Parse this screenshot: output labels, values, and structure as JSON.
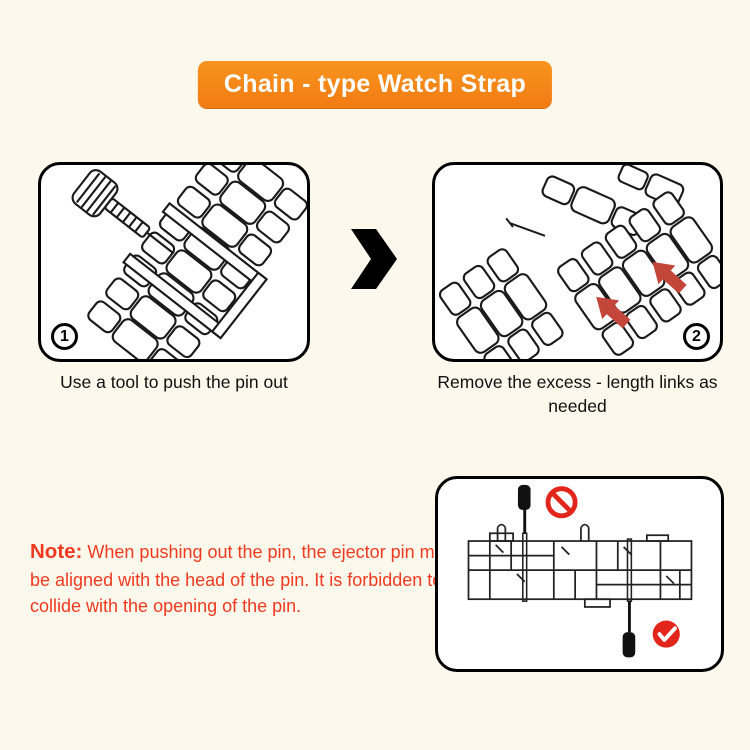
{
  "banner": {
    "label": "Chain - type Watch Strap",
    "bg_color": "#f5861c",
    "text_color": "#ffffff"
  },
  "steps": [
    {
      "number": "1",
      "caption": "Use a tool to push the pin out"
    },
    {
      "number": "2",
      "caption": "Remove the excess - length links as needed"
    }
  ],
  "note": {
    "label": "Note:",
    "text": "When pushing out the pin, the ejector pin must be aligned with the head of the pin. It is forbidden to collide with the opening of the pin.",
    "color": "#ef3a20"
  },
  "colors": {
    "background": "#fdf8ec",
    "panel_border": "#000000",
    "banner_orange": "#f5861c",
    "illustration_red": "#c4463a",
    "status_red": "#e3261c"
  },
  "icons": {
    "chevron": "chevron-right-icon",
    "prohibition": "prohibition-icon",
    "check": "check-icon",
    "red_arrow": "red-arrow-icon"
  }
}
